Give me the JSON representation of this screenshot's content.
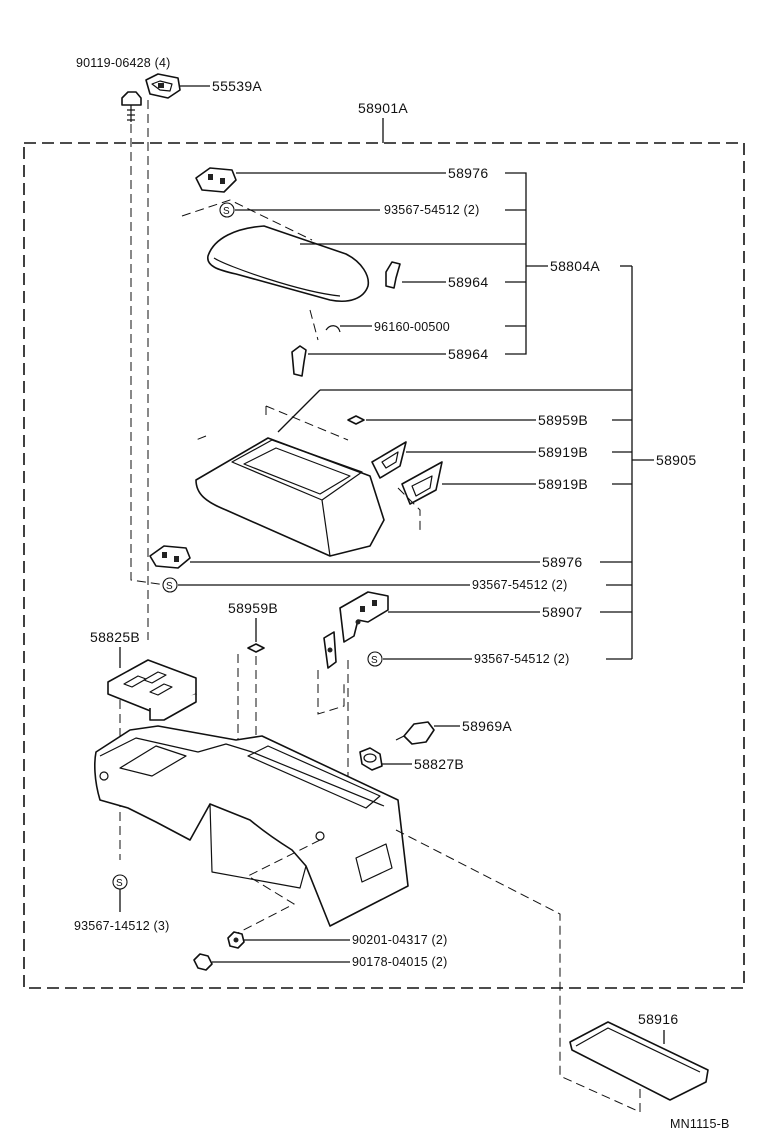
{
  "diagram": {
    "drawing_code": "MN1115-B",
    "assembly_label": "58901A",
    "labels": {
      "p90119": "90119-06428 (4)",
      "p55539A": "55539A",
      "p58976_top": "58976",
      "p93567_top": "93567-54512 (2)",
      "p58804A": "58804A",
      "p58964_a": "58964",
      "p96160": "96160-00500",
      "p58964_b": "58964",
      "p58959B_a": "58959B",
      "p58919B_a": "58919B",
      "p58905": "58905",
      "p58919B_b": "58919B",
      "p58976_mid": "58976",
      "p93567_mid": "93567-54512 (2)",
      "p58959B_b": "58959B",
      "p58907": "58907",
      "p58825B": "58825B",
      "p93567_low": "93567-54512 (2)",
      "p58969A": "58969A",
      "p58827B": "58827B",
      "p93567_14512": "93567-14512 (3)",
      "p90201": "90201-04317 (2)",
      "p90178": "90178-04015 (2)",
      "p58916": "58916"
    },
    "screw_symbol": "S"
  }
}
